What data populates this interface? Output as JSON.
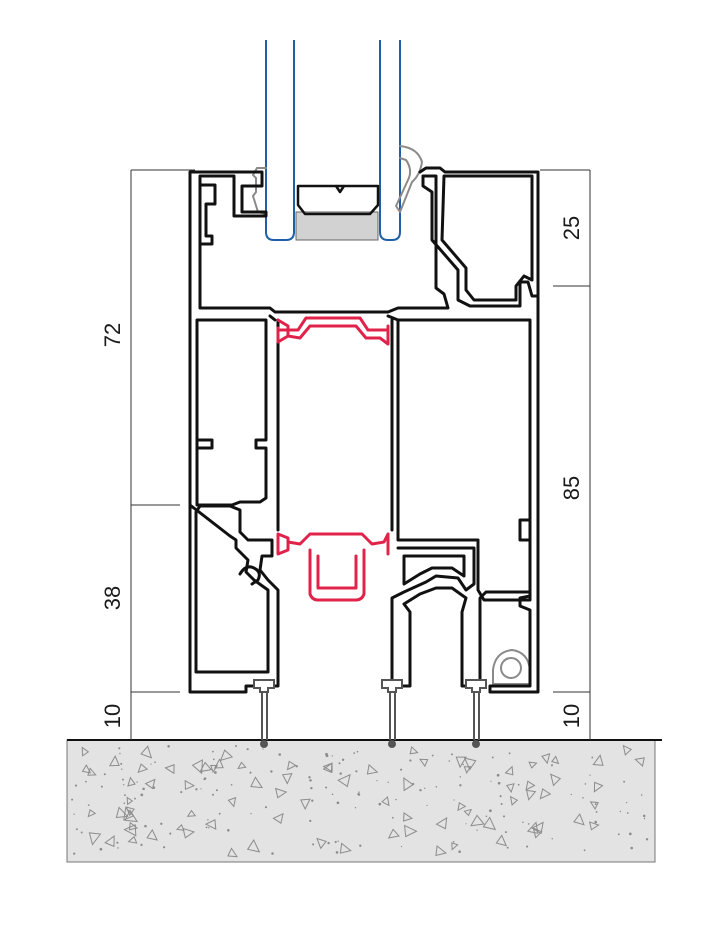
{
  "dimensions": {
    "left_total": "72",
    "left_lower": "38",
    "left_bottom": "10",
    "right_upper": "25",
    "right_lower": "85",
    "right_bottom": "10"
  },
  "colors": {
    "profile": "#111111",
    "glass": "#1f5fa8",
    "thermal_break": "#e0234a",
    "gasket": "#8a8a8a",
    "concrete_fill": "#e3e3e3",
    "concrete_speckle": "#8c8c8c",
    "dimension": "#333333"
  }
}
